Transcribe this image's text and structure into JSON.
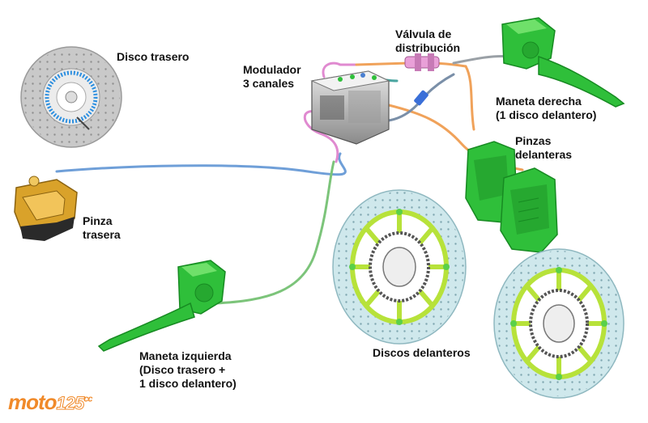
{
  "labels": {
    "rear_disc": "Disco trasero",
    "modulator": "Modulador\n3 canales",
    "valve": "Válvula de\ndistribución",
    "right_lever": "Maneta derecha\n(1 disco delantero)",
    "front_calipers": "Pinzas\ndelanteras",
    "rear_caliper": "Pinza\ntrasera",
    "front_discs": "Discos delanteros",
    "left_lever": "Maneta izquierda\n(Disco trasero +\n1 disco delantero)"
  },
  "logo": {
    "word": "moto",
    "number": "125",
    "suffix": "cc"
  },
  "colors": {
    "green": "#2fbf3a",
    "green_dark": "#178a22",
    "gold": "#d9a22a",
    "blue_line": "#6f9fd8",
    "orange_line": "#f0a25a",
    "pink_line": "#e08ad0",
    "disc_face": "#cfe8ec",
    "disc_carrier": "#b7e23a"
  }
}
